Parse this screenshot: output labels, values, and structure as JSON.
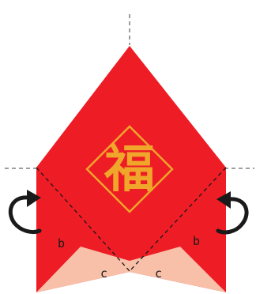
{
  "colors": {
    "envelope_red": "#ee1c25",
    "flap_pink": "#f8c0a8",
    "gold": "#f0a52b",
    "fold_line": "#1a1a1a",
    "guide_line": "#666666",
    "arrow": "#1a1a1a"
  },
  "top_fragments": [
    "",
    "",
    ""
  ],
  "emblem": {
    "glyph": "福"
  },
  "labels": {
    "b_left": "b",
    "b_right": "b",
    "c_left": "c",
    "c_right": "c"
  },
  "icons": {
    "left_arrow": "curved-arrow-icon",
    "right_arrow": "curved-arrow-icon"
  }
}
